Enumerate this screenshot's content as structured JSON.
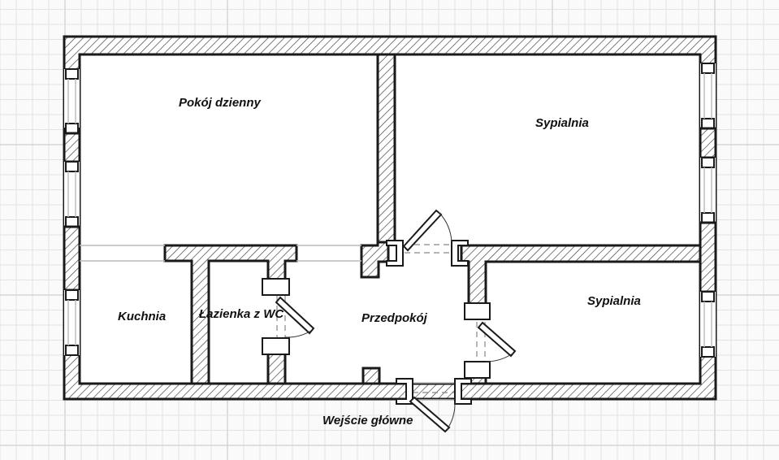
{
  "plan": {
    "rooms": [
      {
        "id": "living",
        "label": "Pokój dzienny"
      },
      {
        "id": "bedroom1",
        "label": "Sypialnia"
      },
      {
        "id": "kitchen",
        "label": "Kuchnia"
      },
      {
        "id": "bathroom",
        "label": "Łazienka z WC"
      },
      {
        "id": "hall",
        "label": "Przedpokój"
      },
      {
        "id": "bedroom2",
        "label": "Sypialnia"
      }
    ],
    "entrance_label": "Wejście główne"
  },
  "colors": {
    "wall_stroke": "#1a1a1a",
    "grid_minor": "#e3e3e3",
    "grid_major": "#cfcfcf",
    "background": "#fafafa"
  }
}
